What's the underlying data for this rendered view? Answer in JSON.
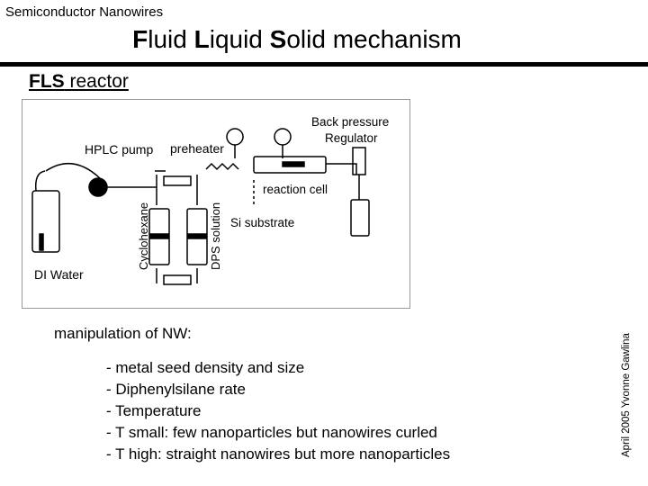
{
  "header": {
    "label": "Semiconductor Nanowires"
  },
  "title": {
    "part1": "F",
    "part2": "luid ",
    "part3": "L",
    "part4": "iquid ",
    "part5": "S",
    "part6": "olid mechanism"
  },
  "subtitle": {
    "bold": "FLS",
    "rest": " reactor"
  },
  "diagram": {
    "labels": {
      "hplc_pump": "HPLC pump",
      "preheater": "preheater",
      "back_pressure": "Back pressure",
      "regulator": "Regulator",
      "reaction_cell": "reaction cell",
      "si_substrate": "Si substrate",
      "cyclohexane": "Cyclohexane",
      "dps_solution": "DPS solution",
      "di_water": "DI Water"
    }
  },
  "content": {
    "lead": "manipulation of NW:",
    "bullets": [
      "- metal seed density and size",
      "- Diphenylsilane rate",
      "- Temperature",
      "- T small: few nanoparticles but nanowires curled",
      "- T high:  straight nanowires but more nanoparticles"
    ]
  },
  "footer": {
    "side_note": "April 2005 Yvonne Gawlina"
  }
}
